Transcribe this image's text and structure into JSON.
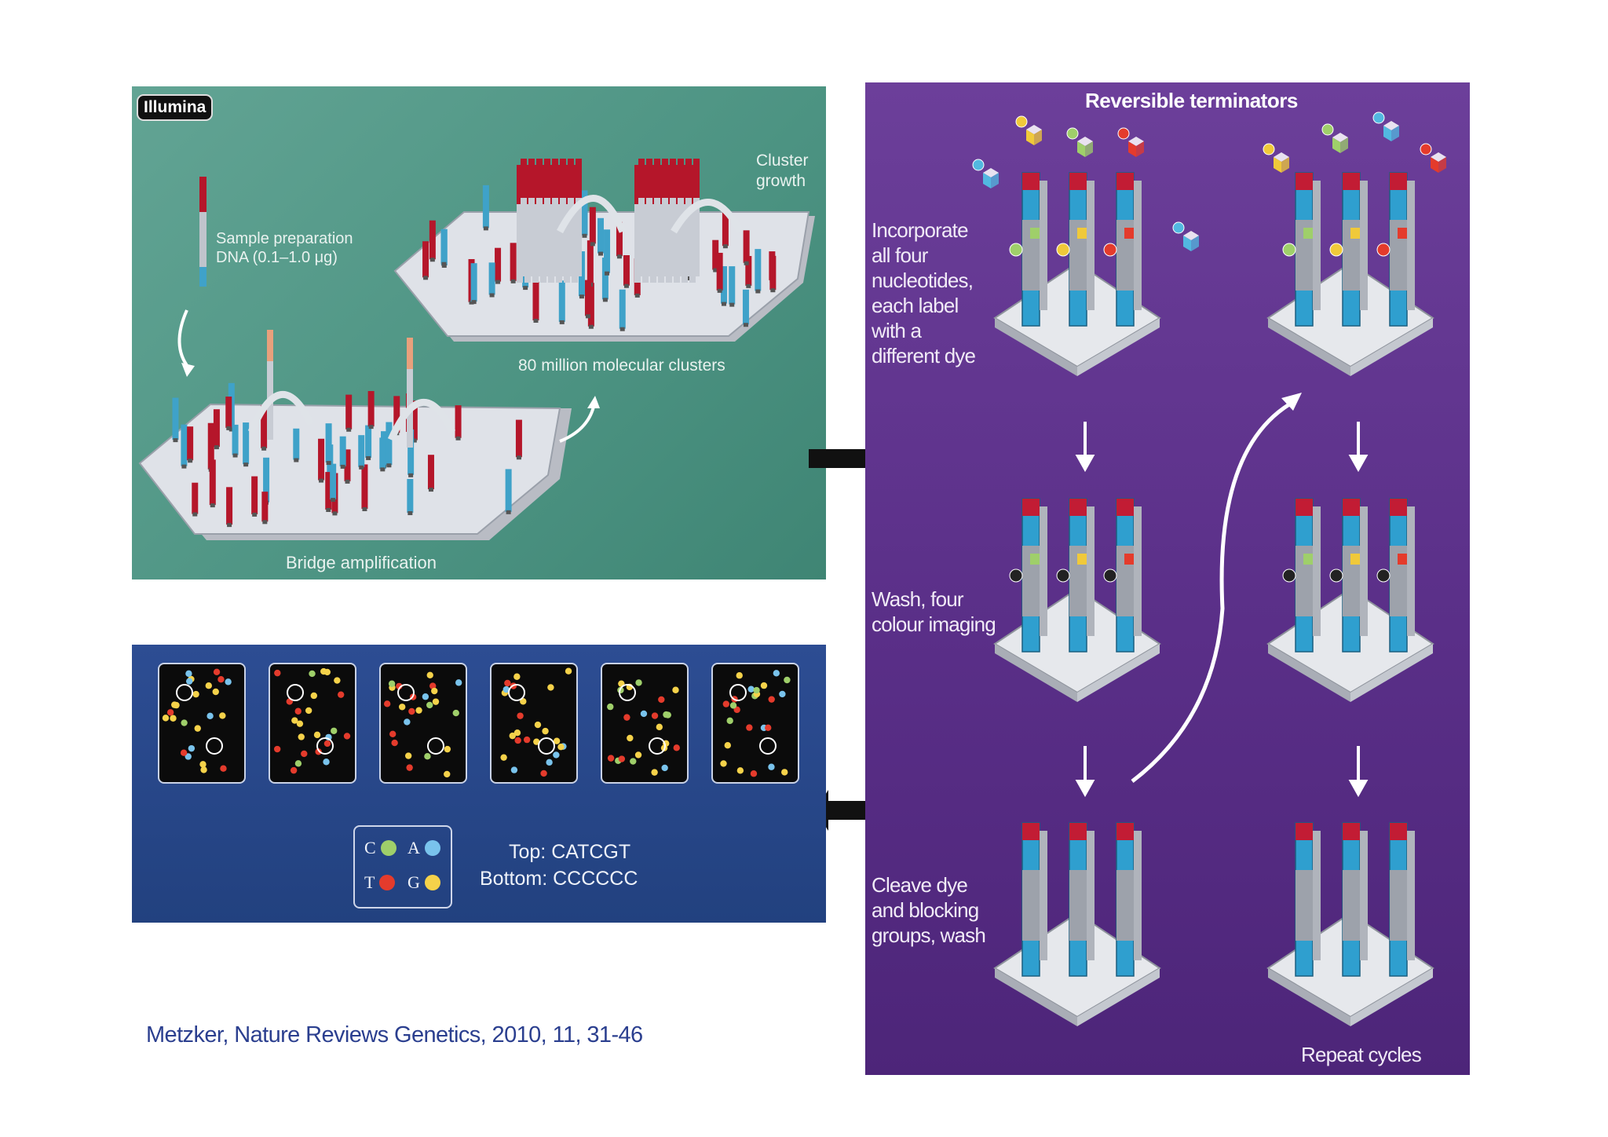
{
  "illumina": {
    "badge": "Illumina",
    "sample_prep": [
      "Sample preparation",
      "DNA (0.1–1.0 μg)"
    ],
    "cluster_growth": [
      "Cluster",
      "growth"
    ],
    "clusters": "80 million molecular clusters",
    "bridge": "Bridge amplification"
  },
  "terminators": {
    "title": "Reversible terminators",
    "step1": [
      "Incorporate",
      "all four",
      "nucleotides,",
      "each label",
      "with a",
      "different dye"
    ],
    "step2": [
      "Wash, four",
      "colour imaging"
    ],
    "step3": [
      "Cleave dye",
      "and blocking",
      "groups, wash"
    ],
    "repeat": "Repeat cycles",
    "bases": [
      "C",
      "G",
      "T",
      "A"
    ]
  },
  "imaging": {
    "legend": [
      {
        "base": "C",
        "color": "#9fcf6a"
      },
      {
        "base": "A",
        "color": "#79c3ec"
      },
      {
        "base": "T",
        "color": "#e43b2c"
      },
      {
        "base": "G",
        "color": "#f5d24a"
      }
    ],
    "top": "Top: CATCGT",
    "bottom": "Bottom: CCCCCC"
  },
  "citation": "Metzker, Nature Reviews Genetics, 2010, 11, 31-46",
  "colors": {
    "green_panel": "#4c9382",
    "purple_panel": "#5a2f88",
    "blue_panel": "#22417f"
  }
}
